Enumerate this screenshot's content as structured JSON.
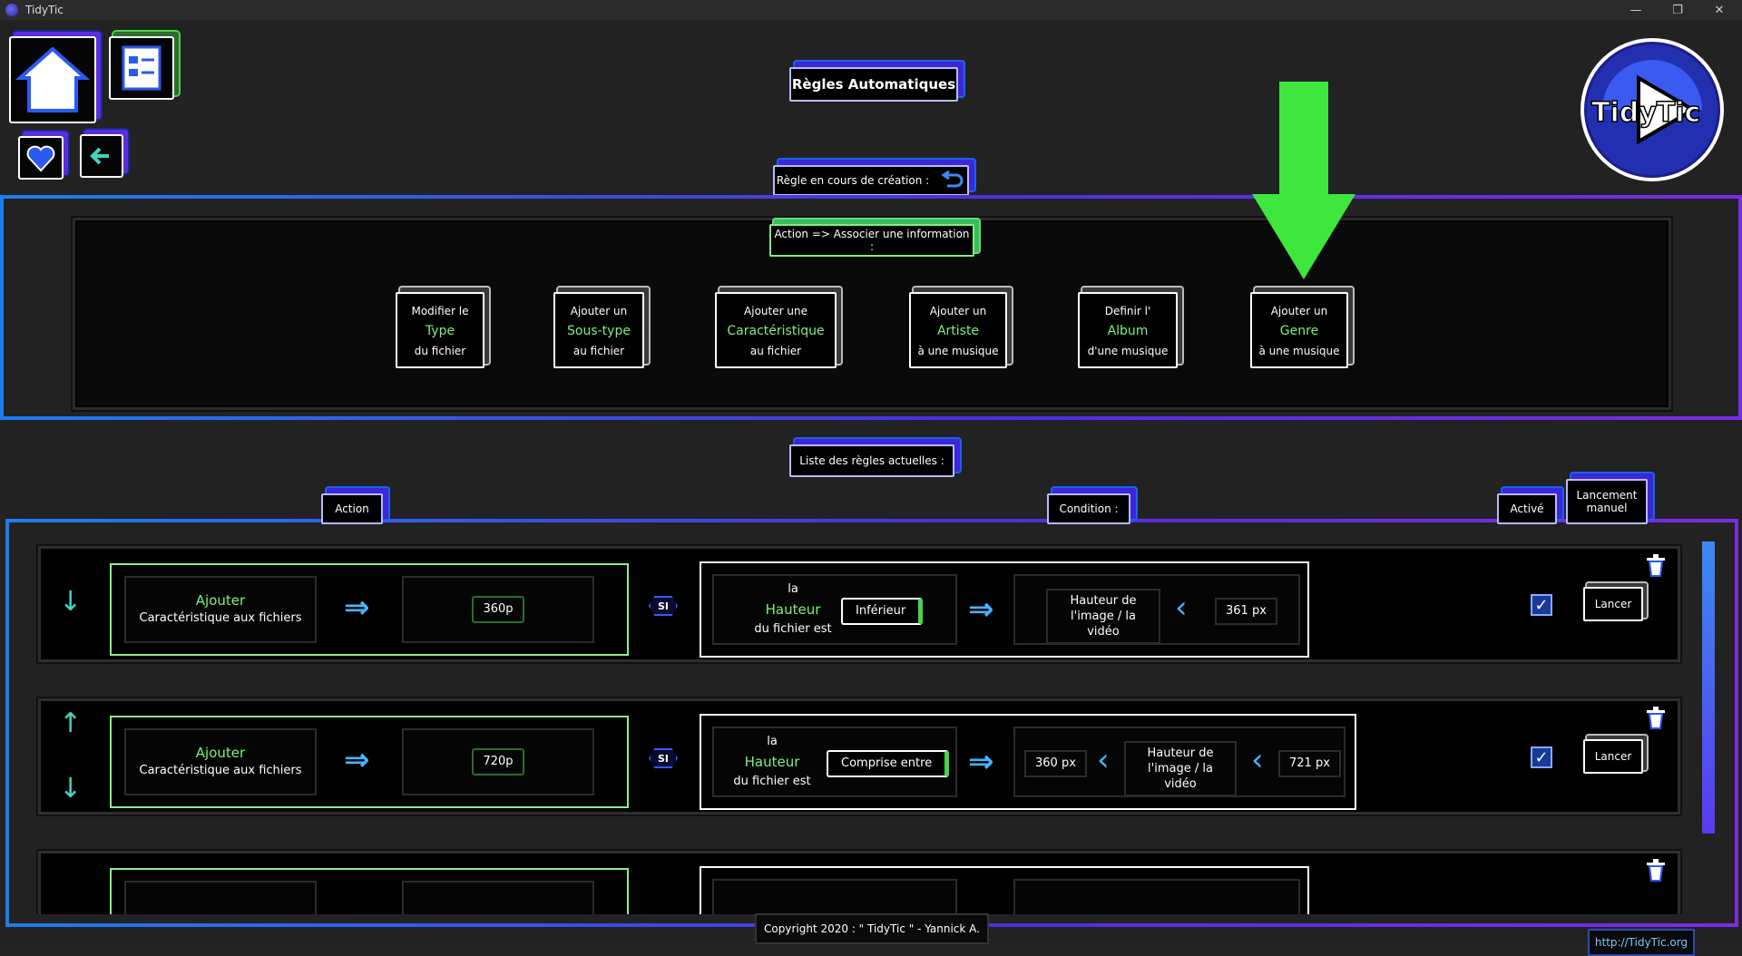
{
  "window": {
    "title": "TidyTic",
    "minimize": "—",
    "restore": "❐",
    "close": "✕"
  },
  "nav": {
    "home_icon": "home-icon",
    "tasks_icon": "task-list-icon",
    "favorite_icon": "heart-icon",
    "back_icon": "back-arrow-icon"
  },
  "header": {
    "page_title": "Règles Automatiques",
    "logo_text": "TidyTic"
  },
  "creation": {
    "label": "Règle en cours de création :",
    "action_label": "Action => Associer une information :",
    "options": [
      {
        "l1": "Modifier le",
        "l2": "Type",
        "l3": "du fichier"
      },
      {
        "l1": "Ajouter un",
        "l2": "Sous-type",
        "l3": "au fichier"
      },
      {
        "l1": "Ajouter une",
        "l2": "Caractéristique",
        "l3": "au fichier"
      },
      {
        "l1": "Ajouter un",
        "l2": "Artiste",
        "l3": "à une musique"
      },
      {
        "l1": "Definir l'",
        "l2": "Album",
        "l3": "d'une musique"
      },
      {
        "l1": "Ajouter un",
        "l2": "Genre",
        "l3": "à une musique"
      }
    ]
  },
  "list": {
    "label": "Liste des règles actuelles :",
    "col_action": "Action",
    "col_condition": "Condition :",
    "col_active": "Activé",
    "col_manual_l1": "Lancement",
    "col_manual_l2": "manuel",
    "rules": [
      {
        "verb": "Ajouter",
        "target": "Caractéristique aux fichiers",
        "value": "360p",
        "si": "SI",
        "cond_l1": "la",
        "cond_attr": "Hauteur",
        "cond_l3": "du fichier est",
        "operator": "Inférieur",
        "cmp_l1": "Hauteur de",
        "cmp_l2": "l'image / la vidéo",
        "bound": "361 px",
        "active": true,
        "launch": "Lancer"
      },
      {
        "verb": "Ajouter",
        "target": "Caractéristique aux fichiers",
        "value": "720p",
        "si": "SI",
        "cond_l1": "la",
        "cond_attr": "Hauteur",
        "cond_l3": "du fichier est",
        "operator": "Comprise entre",
        "low_bound": "360 px",
        "cmp_l1": "Hauteur de",
        "cmp_l2": "l'image / la vidéo",
        "high_bound": "721 px",
        "active": true,
        "launch": "Lancer"
      }
    ]
  },
  "footer": {
    "copyright": "Copyright 2020 : \" TidyTic \" - Yannick A.",
    "link": "http://TidyTic.org"
  },
  "colors": {
    "accent_green": "#4ad24a",
    "accent_blue": "#1f7cf0",
    "accent_violet": "#7b2be8"
  }
}
